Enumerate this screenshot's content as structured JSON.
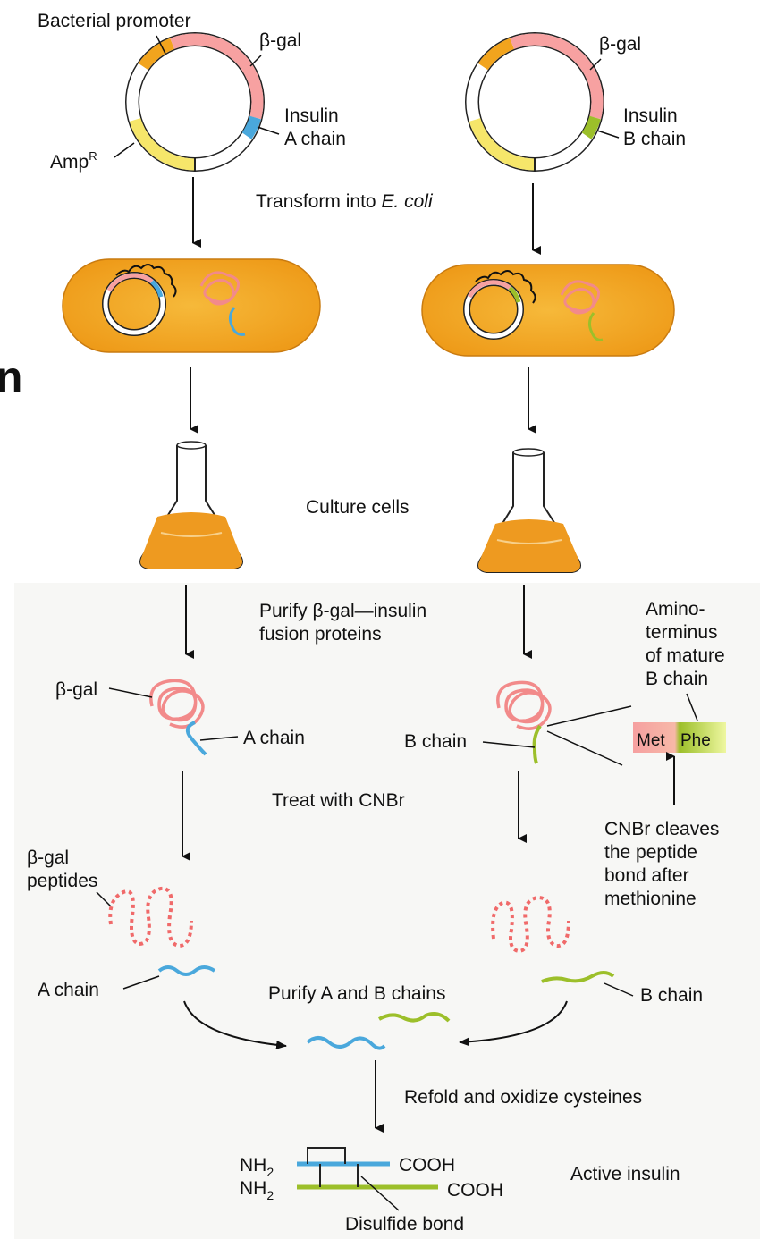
{
  "colors": {
    "promoter": "#f2a41d",
    "bgal": "#f7a1a1",
    "insulin_a": "#4aa8dc",
    "insulin_b": "#9cbf2a",
    "ampr": "#f6e66a",
    "culture": "#ee9a20",
    "cell_fill": "#f4ad2a",
    "panel": "#f7f7f5"
  },
  "plasmid_left": {
    "promoter_label": "Bacterial promoter",
    "bgal_label": "β-gal",
    "insulin_label_1": "Insulin",
    "insulin_label_2": "A chain",
    "amp_label": "Amp",
    "amp_sup": "R"
  },
  "plasmid_right": {
    "bgal_label": "β-gal",
    "insulin_label_1": "Insulin",
    "insulin_label_2": "B chain"
  },
  "steps": {
    "transform_prefix": "Transform into ",
    "transform_organism": "E. coli",
    "culture": "Culture cells",
    "purify_fusion_1": "Purify β-gal—insulin",
    "purify_fusion_2": "fusion proteins",
    "treat": "Treat with CNBr",
    "purify_chains": "Purify A and B chains",
    "refold": "Refold and oxidize cysteines",
    "active": "Active insulin"
  },
  "fusion_left": {
    "bgal_label": "β-gal",
    "chain_label": "A chain"
  },
  "fusion_right": {
    "chain_label": "B chain"
  },
  "amino_terminus": [
    "Amino-",
    "terminus",
    "of mature",
    "B chain"
  ],
  "cleavage_box": {
    "met": "Met",
    "phe": "Phe"
  },
  "cnbr_note": [
    "CNBr cleaves",
    "the peptide",
    "bond after",
    "methionine"
  ],
  "peptides_label_1": "β-gal",
  "peptides_label_2": "peptides",
  "chain_a_label": "A chain",
  "chain_b_label": "B chain",
  "insulin": {
    "nh2": "NH",
    "nh2_sub": "2",
    "cooh": "COOH",
    "disulfide": "Disulfide bond"
  },
  "side_fragment": "n"
}
